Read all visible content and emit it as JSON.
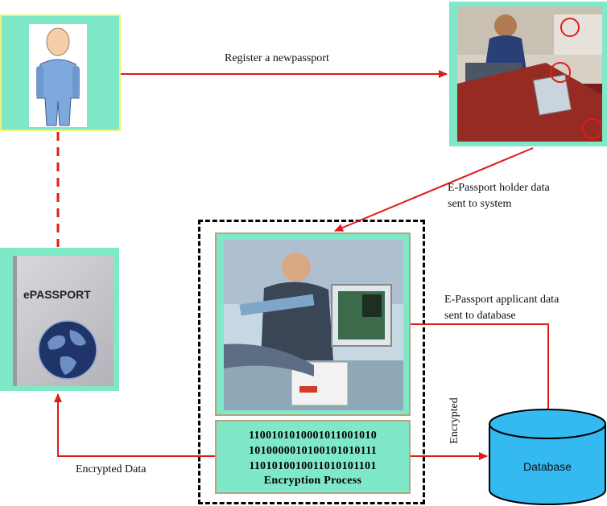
{
  "labels": {
    "register": "Register a newpassport",
    "holder_data_line1": "E-Passport holder data",
    "holder_data_line2": "sent to system",
    "applicant_data_line1": "E-Passport applicant data",
    "applicant_data_line2": "sent to database",
    "encrypted_data": "Encrypted Data",
    "encrypted": "Encrypted",
    "database": "Database"
  },
  "passport": {
    "title": "ePASSPORT"
  },
  "encryption": {
    "binary_lines": [
      "1100101010001011001010",
      "1010000010100101010111",
      "1101010010011010101101"
    ],
    "title": "Encryption Process"
  },
  "colors": {
    "arrow": "#e01b1b",
    "panel_bg": "#7fe8c8",
    "person_panel_border": "#f2f07a",
    "panel_border": "#b9a47a",
    "database_fill": "#34b9f0",
    "circle_marker": "#e01b1b"
  }
}
